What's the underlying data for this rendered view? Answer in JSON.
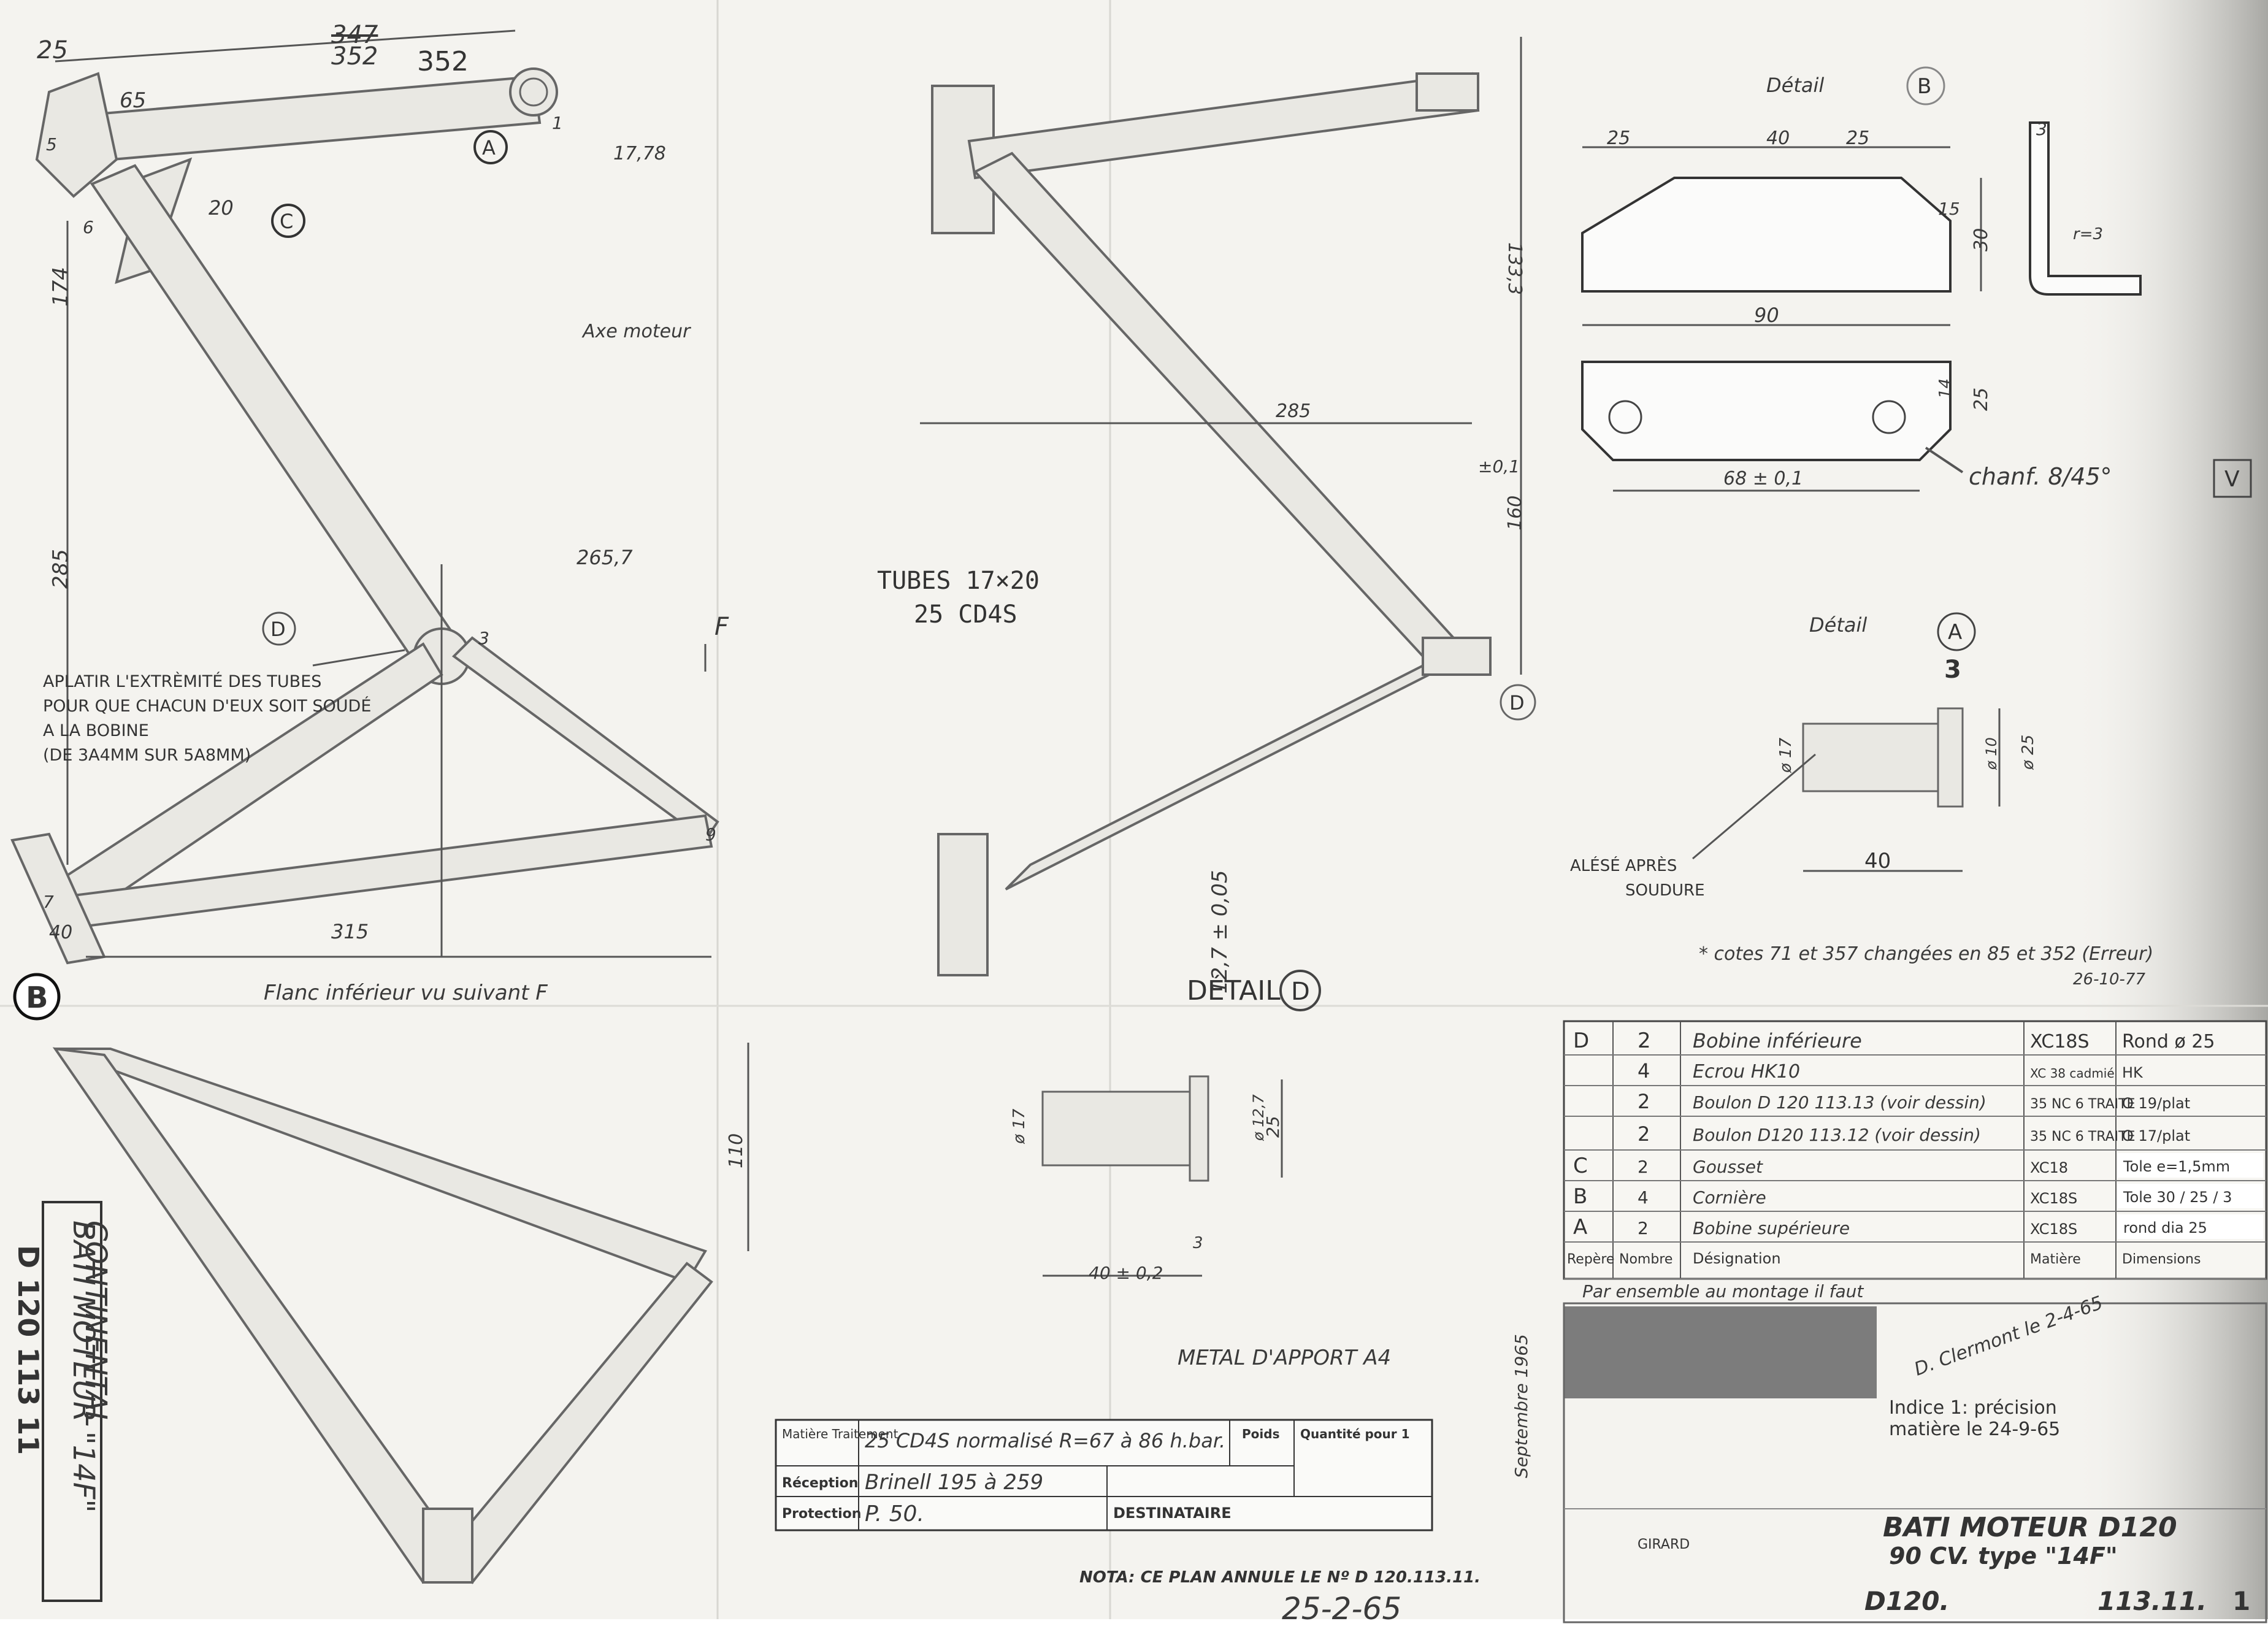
{
  "drawing_number_side": "D 120 113 11",
  "side_title_1": "BATI MOTEUR \"14F\"",
  "side_title_2": "CONTINENTAL",
  "view_label_b": "B",
  "top_view": {
    "dim_25": "25",
    "dim_347": "347",
    "dim_352": "352",
    "dim_352_hand": "352",
    "dim_65": "65",
    "dim_20": "20",
    "dim_1738": "17,78",
    "dim_174": "174",
    "dim_285": "285",
    "dim_2657": "265,7",
    "dim_315": "315",
    "dim_40": "40",
    "node_1": "1",
    "node_3": "3",
    "node_5": "5",
    "node_6": "6",
    "node_7": "7",
    "node_9": "9",
    "label_a": "A",
    "label_c": "C",
    "label_d": "D",
    "axe_moteur": "Axe moteur",
    "view_arrow_f": "F",
    "note_flatten": [
      "APLATIR L'EXTRÈMITÉ DES TUBES",
      "POUR QUE CHACUN D'EUX SOIT SOUDÉ",
      "A LA BOBINE",
      "(DE 3A4MM SUR 5A8MM)"
    ],
    "caption_flank": "Flanc inférieur vu suivant F"
  },
  "side_view": {
    "dim_1333": "133,3",
    "dim_285": "285",
    "dim_160": "160",
    "dim_01": "±0,1",
    "label_d": "D"
  },
  "tubes_note": [
    "TUBES  17×20",
    "25 CD4S"
  ],
  "lower_view": {
    "dim_110": "110"
  },
  "detail_d": {
    "title": "DÉTAIL",
    "label": "D",
    "dim_127": "12,7 ± 0,05",
    "dim_17": "ø 17",
    "dim_127b": "ø 12,7",
    "dim_25": "25",
    "dim_3": "3",
    "dim_40": "40 ± 0,2"
  },
  "metal_apport": "METAL D'APPORT A4",
  "detail_b": {
    "title": "Détail",
    "label": "B",
    "dim_25a": "25",
    "dim_40": "40",
    "dim_25b": "25",
    "dim_15": "15",
    "dim_30": "30",
    "dim_90": "90",
    "dim_14": "14",
    "dim_25c": "25",
    "dim_68": "68 ± 0,1",
    "dim_3": "3",
    "dim_r3": "r=3",
    "chanf": "chanf. 8/45°",
    "mark_v": "V"
  },
  "detail_a": {
    "title": "Détail",
    "label": "A",
    "dim_3": "3",
    "dim_17": "ø 17",
    "dim_10": "ø 10",
    "dim_25": "ø 25",
    "dim_40": "40",
    "alese": [
      "ALÉSÉ APRÈS",
      "SOUDURE"
    ]
  },
  "revision_note": [
    "* cotes 71 et 357 changées  en 85 et 352 (Erreur)",
    "26-10-77"
  ],
  "bom": {
    "rows": [
      {
        "rep": "D",
        "qty": "2",
        "designation": "Bobine inférieure",
        "matiere": "XC18S",
        "dim": "Rond ø 25"
      },
      {
        "rep": "",
        "qty": "4",
        "designation": "Ecrou HK10",
        "matiere": "XC 38 cadmié",
        "dim": "HK"
      },
      {
        "rep": "",
        "qty": "2",
        "designation": "Boulon D 120 113.13 (voir dessin)",
        "matiere": "35 NC 6 TRAITE",
        "dim": "O 19/plat"
      },
      {
        "rep": "",
        "qty": "2",
        "designation": "Boulon D120 113.12 (voir dessin)",
        "matiere": "35 NC 6 TRAITE",
        "dim": "O 17/plat"
      },
      {
        "rep": "C",
        "qty": "2",
        "designation": "Gousset",
        "matiere": "XC18",
        "dim": "Tole e=1,5mm"
      },
      {
        "rep": "B",
        "qty": "4",
        "designation": "Cornière",
        "matiere": "XC18S",
        "dim": "Tole 30 / 25 / 3"
      },
      {
        "rep": "A",
        "qty": "2",
        "designation": "Bobine supérieure",
        "matiere": "XC18S",
        "dim": "rond dia 25"
      }
    ],
    "header": {
      "rep": "Repère",
      "nombre": "Nombre",
      "designation": "Désignation",
      "matiere": "Matière",
      "dim": "Dimensions"
    },
    "footer": "Par ensemble  au montage  il faut"
  },
  "indice": [
    "Indice 1: précision",
    "matière le 24-9-65"
  ],
  "signature": "D. Clermont le 2-4-65",
  "title_block": {
    "title_1": "BATI MOTEUR  D120",
    "title_2": "90 CV. type \"14F\"",
    "drawing_code": "D120.",
    "drawing_number": "113.11.",
    "sheet": "1",
    "drawn_by": "GIRARD"
  },
  "material_table": {
    "matiere_label": "Matière Traitement",
    "matiere_value": "25 CD4S normalisé R=67 à 86 h.bar.",
    "poids_label": "Poids",
    "quantite_label": "Quantité pour 1",
    "reception_label": "Réception",
    "reception_value": "Brinell 195 à 259",
    "protection_label": "Protection",
    "protection_value": "P. 50.",
    "destinataire_label": "DESTINATAIRE",
    "date_vertical": "Septembre 1965"
  },
  "nota": "NOTA: CE PLAN ANNULE LE Nº D 120.113.11.",
  "nota_date": "25-2-65"
}
